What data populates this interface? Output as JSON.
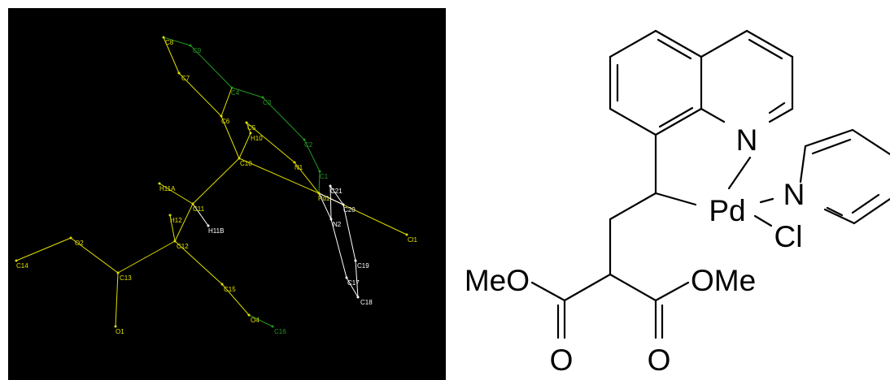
{
  "colors": {
    "yellow": "#e0e000",
    "green": "#229922",
    "white": "#ffffff",
    "background": "#000000",
    "ink": "#000000"
  },
  "crystal_structure": {
    "atom_labels": [
      "C8",
      "C9",
      "C7",
      "C4",
      "C3",
      "C6",
      "C5",
      "H10",
      "C2",
      "C10",
      "N1",
      "C1",
      "H11A",
      "C21",
      "Pd1",
      "C11",
      "C20",
      "H12",
      "H11B",
      "N2",
      "Cl1",
      "O2",
      "C14",
      "C12",
      "C19",
      "C13",
      "C17",
      "C18",
      "C15",
      "O4",
      "O1",
      "C16"
    ]
  },
  "structural_formula": {
    "labels": {
      "n_quinoline": "N",
      "palladium": "Pd",
      "n_pyridine": "N",
      "chlorine": "Cl",
      "left_ester": "MeO",
      "right_ester": "OMe",
      "left_carbonyl_o": "O",
      "right_carbonyl_o": "O"
    }
  }
}
